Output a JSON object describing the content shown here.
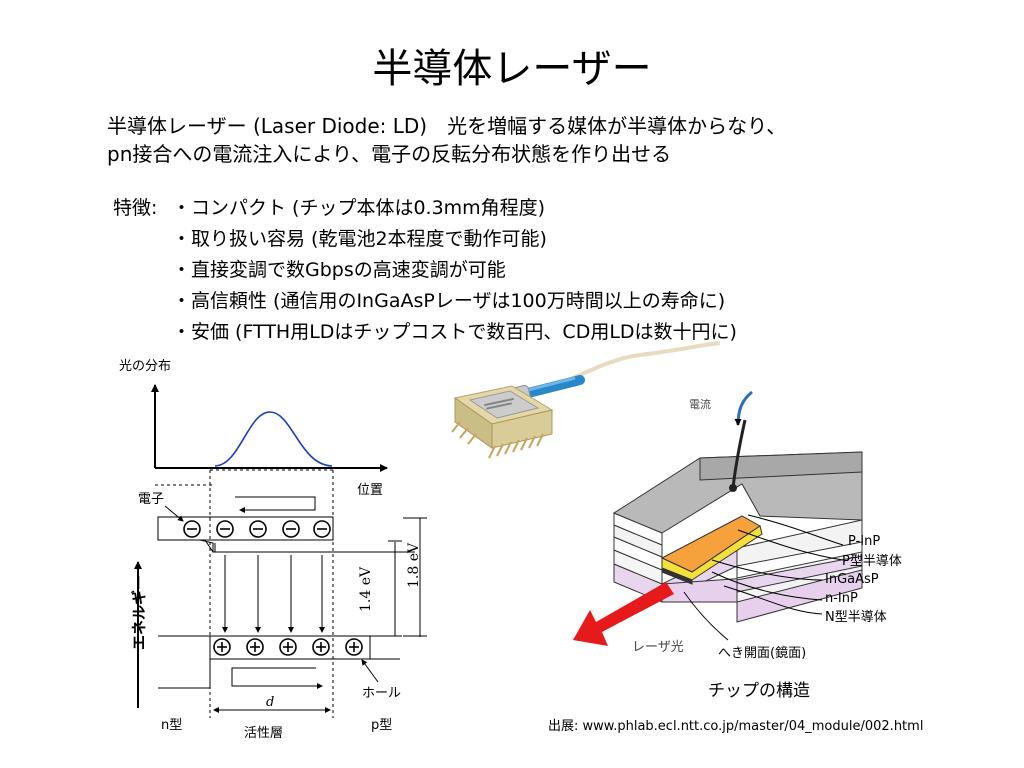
{
  "slide": {
    "title": "半導体レーザー",
    "intro": {
      "line1": "半導体レーザー (Laser Diode: LD)　光を増幅する媒体が半導体からなり、",
      "line2": "pn接合への電流注入により、電子の反転分布状態を作り出せる"
    },
    "features": {
      "label": "特徴:",
      "items": [
        "・コンパクト (チップ本体は0.3mm角程度)",
        "・取り扱い容易 (乾電池2本程度で動作可能)",
        "・直接変調で数Gbpsの高速変調が可能",
        "・高信頼性 (通信用のInGaAsPレーザは100万時間以上の寿命に)",
        "・安価 (FTTH用LDはチップコストで数百円、CD用LDは数十円に)"
      ]
    },
    "left_diagram": {
      "light_distribution": "光の分布",
      "position": "位置",
      "electron": "電子",
      "energy": "エネルギー",
      "gap_inner": "1.4 eV",
      "gap_outer": "1.8 eV",
      "hole": "ホール",
      "width_symbol": "d",
      "n_type": "n型",
      "active_layer": "活性層",
      "p_type": "p型"
    },
    "chip_diagram": {
      "current": "電流",
      "p_inp": "P-InP",
      "p_semiconductor": "P型半導体",
      "ingaasp": "InGaAsP",
      "n_inp": "n-InP",
      "n_semiconductor": "N型半導体",
      "laser_light": "レーザ光",
      "cleaved_facet": "へき開面(鏡面)",
      "caption": "チップの構造"
    },
    "source": "出展: www.phlab.ecl.ntt.co.jp/master/04_module/002.html"
  }
}
